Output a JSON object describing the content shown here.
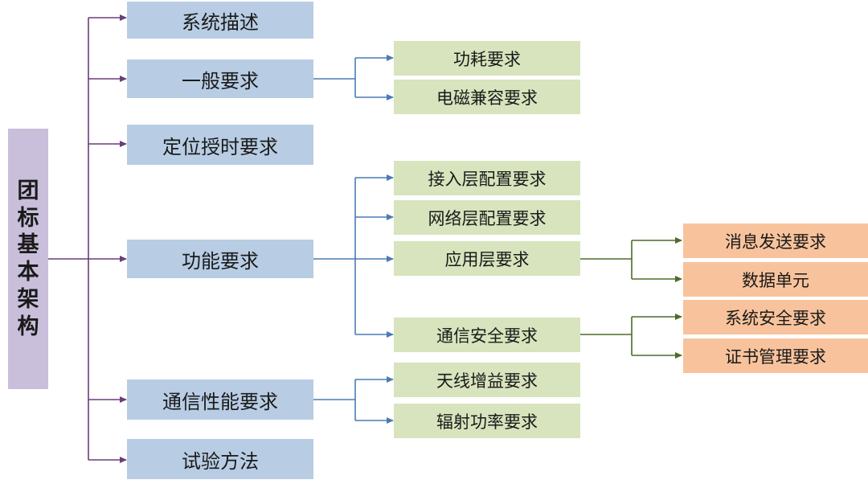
{
  "root": {
    "label": "团标基本架构",
    "chars": [
      "团",
      "标",
      "基",
      "本",
      "架",
      "构"
    ]
  },
  "level1": [
    {
      "id": "sys-desc",
      "label": "系统描述"
    },
    {
      "id": "general-req",
      "label": "一般要求"
    },
    {
      "id": "positioning-req",
      "label": "定位授时要求"
    },
    {
      "id": "function-req",
      "label": "功能要求"
    },
    {
      "id": "comm-perf-req",
      "label": "通信性能要求"
    },
    {
      "id": "test-method",
      "label": "试验方法"
    }
  ],
  "level2": [
    {
      "id": "power-req",
      "parent": "general-req",
      "label": "功耗要求"
    },
    {
      "id": "emc-req",
      "parent": "general-req",
      "label": "电磁兼容要求"
    },
    {
      "id": "access-layer-req",
      "parent": "function-req",
      "label": "接入层配置要求"
    },
    {
      "id": "network-layer-req",
      "parent": "function-req",
      "label": "网络层配置要求"
    },
    {
      "id": "app-layer-req",
      "parent": "function-req",
      "label": "应用层要求"
    },
    {
      "id": "comm-security-req",
      "parent": "function-req",
      "label": "通信安全要求"
    },
    {
      "id": "antenna-gain-req",
      "parent": "comm-perf-req",
      "label": "天线增益要求"
    },
    {
      "id": "radiated-power-req",
      "parent": "comm-perf-req",
      "label": "辐射功率要求"
    }
  ],
  "level3": [
    {
      "id": "msg-send-req",
      "parent": "app-layer-req",
      "label": "消息发送要求"
    },
    {
      "id": "data-unit",
      "parent": "app-layer-req",
      "label": "数据单元"
    },
    {
      "id": "sys-security-req",
      "parent": "comm-security-req",
      "label": "系统安全要求"
    },
    {
      "id": "cert-mgmt-req",
      "parent": "comm-security-req",
      "label": "证书管理要求"
    }
  ],
  "colors": {
    "root_fill": "#c9bfdb",
    "level1_fill": "#b8cde4",
    "level2_fill": "#d7e4bd",
    "level3_fill": "#f8c39c",
    "root_connector": "#6a3d78",
    "blue_connector": "#4a7bb5",
    "green_connector": "#4e6b2a"
  }
}
